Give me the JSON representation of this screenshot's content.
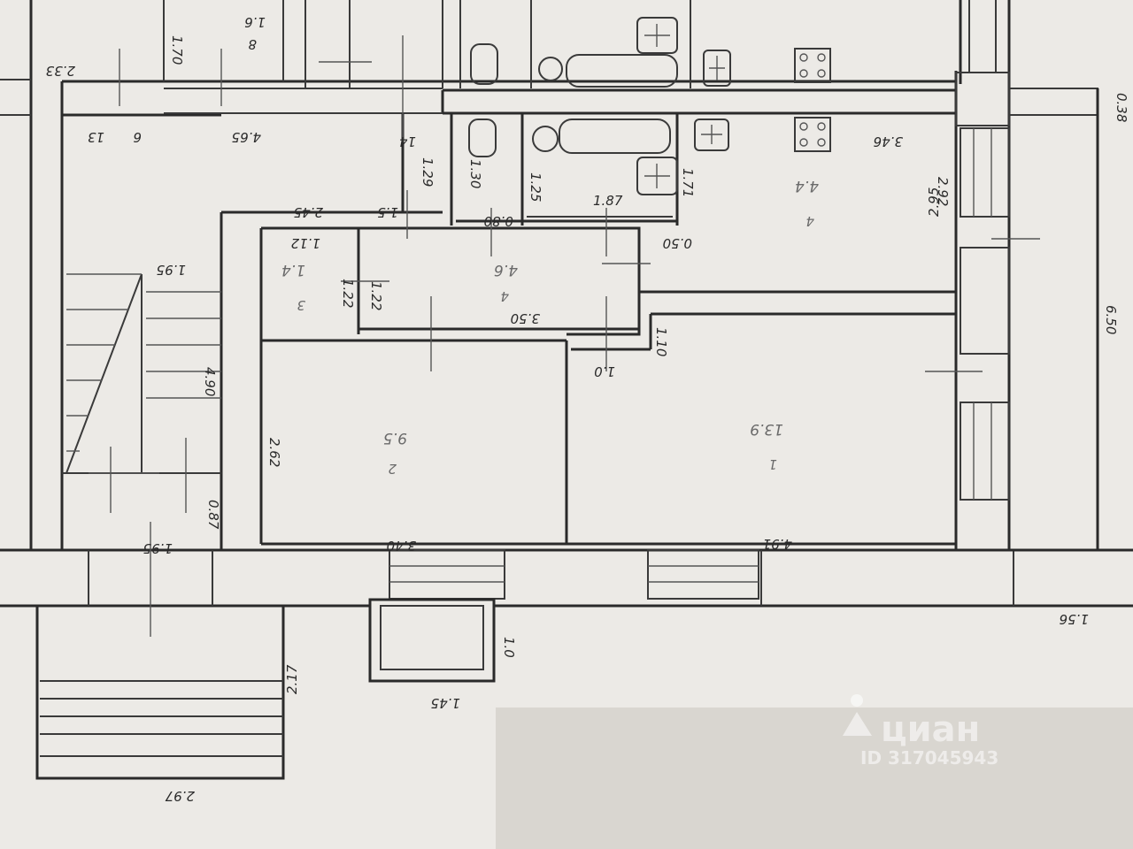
{
  "rooms": [
    {
      "id": "room-1",
      "number": "1",
      "area": "13.9"
    },
    {
      "id": "room-2",
      "number": "2",
      "area": "9.5"
    },
    {
      "id": "room-3",
      "number": "3",
      "area": "1.4"
    },
    {
      "id": "room-4",
      "number": "4",
      "area": "4.6"
    },
    {
      "id": "room-4b",
      "number": "4",
      "area": "4.4"
    }
  ],
  "dims": {
    "top_left": "2.33",
    "c13": "13",
    "c6": "6",
    "w465": "4.65",
    "w14": "14",
    "w346": "3.46",
    "w038": "0.38",
    "w245": "2.45",
    "w15": "1.5",
    "w129": "1.29",
    "w130": "1.30",
    "w080": "0.80",
    "w125": "1.25",
    "w187": "1.87",
    "w171": "1.71",
    "w050": "0.50",
    "w112": "1.12",
    "w195a": "1.95",
    "w350": "3.50",
    "w10a": "1.0",
    "w110": "1.10",
    "w292": "2.92",
    "w295": "2.95",
    "w650": "6.50",
    "w490": "4.90",
    "w262": "2.62",
    "w087": "0.87",
    "w195b": "1.95",
    "w340": "3.40",
    "w491": "4.91",
    "w156": "1.56",
    "w10b": "1.0",
    "w145": "1.45",
    "w217": "2.17",
    "w297": "2.97",
    "w170": "1.70",
    "w122a": "1.22",
    "w122b": "1.22",
    "w1_6": "1.6",
    "w8": "8"
  },
  "watermark": {
    "brand": "циан",
    "id": "ID 317045943"
  }
}
